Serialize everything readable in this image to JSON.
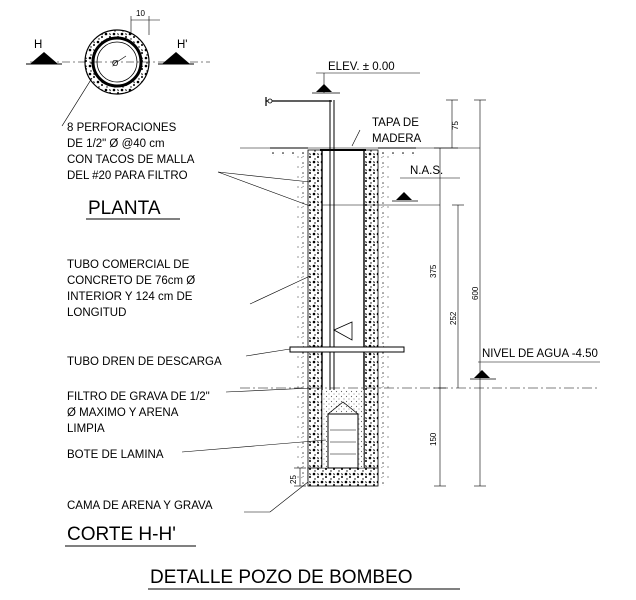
{
  "plan": {
    "title": "PLANTA",
    "cut_left": "H",
    "cut_right": "H'",
    "dim_top": "10",
    "perforation_note": [
      "8 PERFORACIONES",
      "DE 1/2\" Ø @40 cm",
      "CON TACOS DE MALLA",
      "DEL #20 PARA FILTRO"
    ]
  },
  "section": {
    "title": "CORTE H-H'",
    "elev": "ELEV. ± 0.00",
    "tapa": [
      "TAPA DE",
      "MADERA"
    ],
    "nas": "N.A.S.",
    "nivel_agua": "NIVEL DE AGUA -4.50",
    "tubo_comercial": [
      "TUBO COMERCIAL DE",
      "CONCRETO DE 76cm Ø",
      "INTERIOR Y 124 cm DE",
      "LONGITUD"
    ],
    "tubo_dren": "TUBO DREN DE DESCARGA",
    "filtro": [
      "FILTRO DE GRAVA DE 1/2\"",
      "Ø MAXIMO Y ARENA",
      "LIMPIA"
    ],
    "bote": "BOTE DE LAMINA",
    "cama": "CAMA DE ARENA Y GRAVA",
    "dims": {
      "d75": "75",
      "d375": "375",
      "d252": "252",
      "d600": "600",
      "d150": "150",
      "d25": "25"
    }
  },
  "main_title": "DETALLE POZO DE BOMBEO"
}
